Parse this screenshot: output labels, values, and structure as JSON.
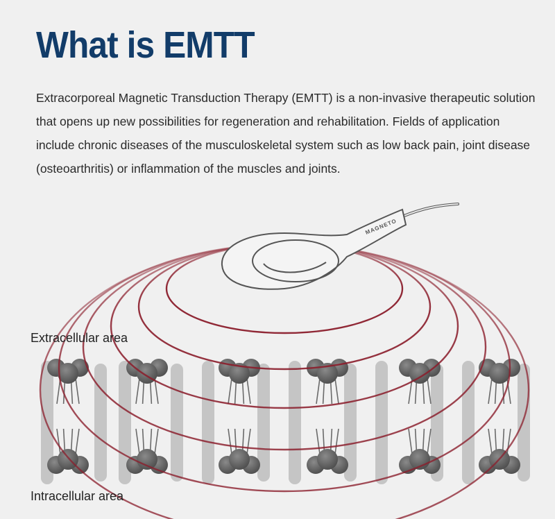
{
  "title": "What is EMTT",
  "intro": "Extracorporeal Magnetic Transduction Therapy (EMTT) is a non-invasive therapeutic solution that opens up new possibilities for regeneration and rehabilitation. Fields of application include chronic diseases of the musculoskeletal system such as low back pain, joint disease (osteoarthritis) or inflammation of the muscles and joints.",
  "device_label": "MAGNETO",
  "labels": {
    "extracellular": "Extracellular area",
    "intracellular": "Intracellular area"
  },
  "colors": {
    "title": "#123c69",
    "field_ring": "#8b1e2c",
    "membrane_bar": "#bdbdbd",
    "molecule": "#6e6e6e"
  }
}
